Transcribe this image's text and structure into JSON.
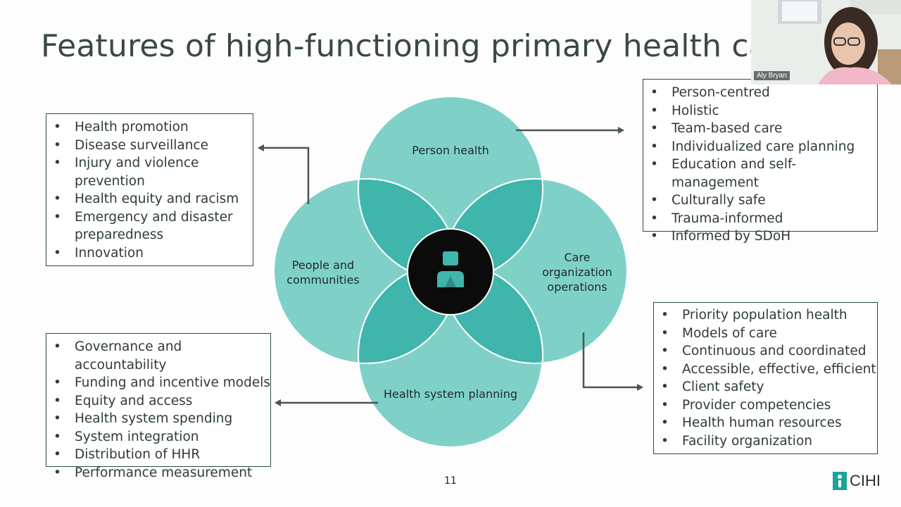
{
  "title": "Features of high-functioning primary health care sys",
  "venn": {
    "top": "Person health",
    "left": [
      "People and",
      "communities"
    ],
    "right": [
      "Care",
      "organization",
      "operations"
    ],
    "bottom": "Health system planning",
    "center_icon": "person-icon",
    "colors": {
      "circle": "#7fd1c8",
      "overlap": "#3fb5ac",
      "center": "#0b0b0b",
      "arrow": "#4a5554"
    }
  },
  "boxes": {
    "top_left": [
      "Health promotion",
      "Disease surveillance",
      "Injury and violence prevention",
      "Health equity and racism",
      "Emergency and disaster preparedness",
      "Innovation"
    ],
    "top_right": [
      "Person-centred",
      "Holistic",
      "Team-based care",
      "Individualized care planning",
      "Education and self-management",
      "Culturally safe",
      "Trauma-informed",
      "Informed by SDoH"
    ],
    "bottom_left": [
      "Governance and accountability",
      "Funding and incentive models",
      "Equity and access",
      "Health system spending",
      "System integration",
      "Distribution of HHR",
      "Performance measurement"
    ],
    "bottom_right": [
      "Priority population health",
      "Models of care",
      "Continuous and coordinated",
      "Accessible, effective, efficient",
      "Client safety",
      "Provider competencies",
      "Health human resources",
      "Facility organization"
    ]
  },
  "page_number": "11",
  "logo_text": "CIHI",
  "webcam": {
    "name": "Aly Bryan"
  }
}
